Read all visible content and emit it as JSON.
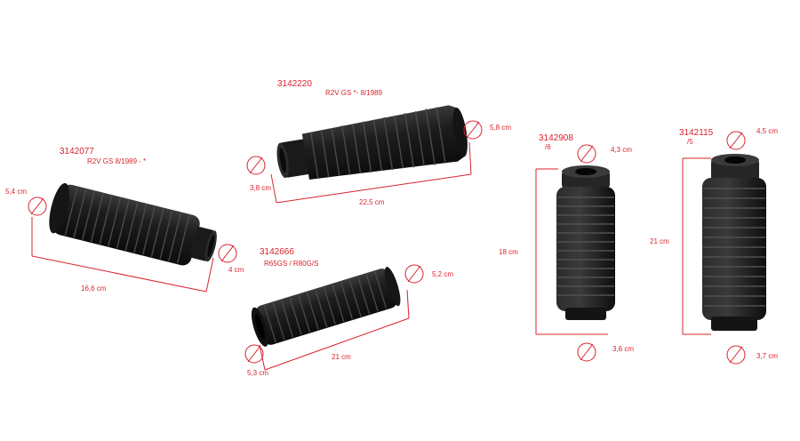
{
  "colors": {
    "annotation": "#d9232e",
    "rubber": "#1b1b1b",
    "background": "#ffffff"
  },
  "parts": [
    {
      "part_number": "3142077",
      "model": "R2V GS 8/1989 - *",
      "length": "16,6 cm",
      "diameter_large": "5,4 cm",
      "diameter_small": "4 cm"
    },
    {
      "part_number": "3142220",
      "model": "R2V GS *- 8/1989",
      "length": "22,5 cm",
      "diameter_large": "5,8 cm",
      "diameter_small": "3,8 cm"
    },
    {
      "part_number": "3142666",
      "model": "R65GS / R80G/S",
      "length": "21 cm",
      "diameter_large": "5,2 cm",
      "diameter_small": "5,3 cm"
    },
    {
      "part_number": "3142908",
      "model": "/6",
      "length": "18 cm",
      "diameter_top": "4,3 cm",
      "diameter_bottom": "3,6 cm"
    },
    {
      "part_number": "3142115",
      "model": "/5",
      "length": "21 cm",
      "diameter_top": "4,5 cm",
      "diameter_bottom": "3,7 cm"
    }
  ]
}
